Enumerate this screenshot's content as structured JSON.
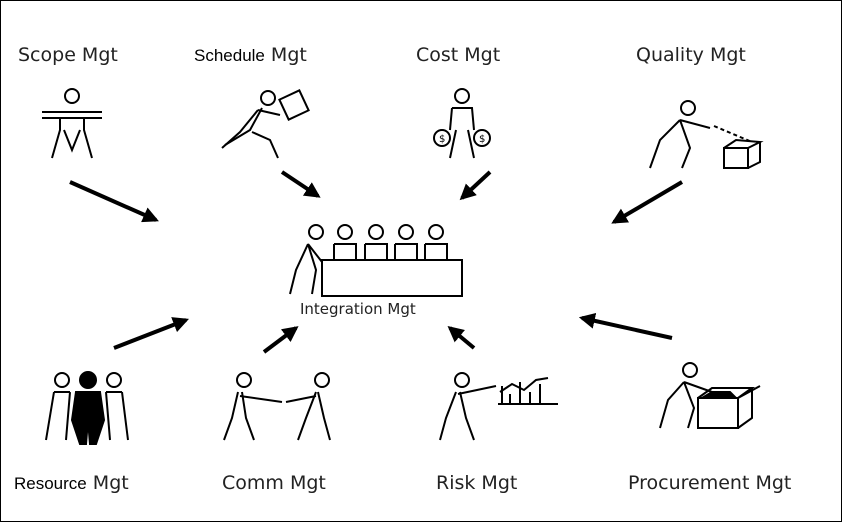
{
  "labels": {
    "scope": {
      "main": "Scope",
      "suffix": " Mgt"
    },
    "schedule": {
      "main": "Schedule",
      "suffix": " Mgt"
    },
    "cost": {
      "main": "Cost",
      "suffix": " Mgt"
    },
    "quality": {
      "main": "Quality",
      "suffix": " Mgt"
    },
    "integration": "Integration Mgt",
    "resource": {
      "main": "Resource",
      "suffix": " Mgt"
    },
    "comm": {
      "main": "Comm",
      "suffix": " Mgt"
    },
    "risk": {
      "main": "Risk",
      "suffix": " Mgt"
    },
    "procurement": {
      "main": "Procurement",
      "suffix": " Mgt"
    }
  },
  "colors": {
    "ink": "#000000",
    "text": "#222222",
    "background": "#ffffff"
  },
  "icons": {
    "scope": "person-arms-out-icon",
    "schedule": "running-person-with-box-icon",
    "cost": "person-with-money-bags-icon",
    "quality": "person-inspecting-box-icon",
    "integration": "team-at-table-icon",
    "resource": "group-of-people-icon",
    "comm": "people-shaking-hands-icon",
    "risk": "person-with-chart-icon",
    "procurement": "person-packing-box-icon"
  }
}
